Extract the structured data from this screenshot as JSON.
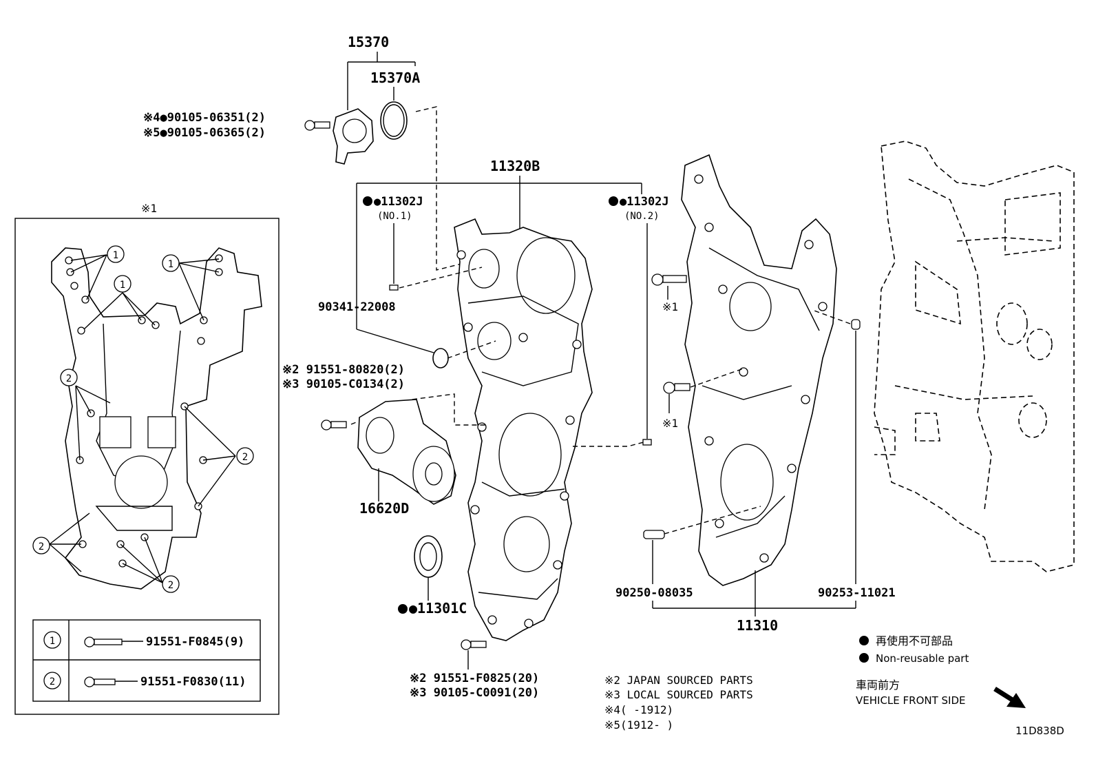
{
  "parts": {
    "p15370": "15370",
    "p15370A": "15370A",
    "bolt_alt_1": "※4●90105-06351(2)",
    "bolt_alt_2": "※5●90105-06365(2)",
    "p11320B": "11320B",
    "p11302J_1": "●11302J",
    "p11302J_1_sub": "(NO.1)",
    "p11302J_2": "●11302J",
    "p11302J_2_sub": "(NO.2)",
    "p90341": "90341-22008",
    "bolt_a_1": "※2 91551-80820(2)",
    "bolt_a_2": "※3 90105-C0134(2)",
    "p16620D": "16620D",
    "p11301C": "●11301C",
    "bolt_b_1": "※2 91551-F0825(20)",
    "bolt_b_2": "※3 90105-C0091(20)",
    "ref1_a": "※1",
    "ref1_b": "※1",
    "p90250": "90250-08035",
    "p90253": "90253-11021",
    "p11310": "11310"
  },
  "inset": {
    "title": "※1",
    "callout_1": "1",
    "callout_2": "2",
    "legend": [
      {
        "num": "1",
        "part": "91551-F0845(9)"
      },
      {
        "num": "2",
        "part": "91551-F0830(11)"
      }
    ]
  },
  "notes": {
    "n2": "※2 JAPAN SOURCED PARTS",
    "n3": "※3 LOCAL SOURCED PARTS",
    "n4": "※4(      -1912)",
    "n5": "※5(1912-      )"
  },
  "legend": {
    "non_reusable_jp": "再使用不可部品",
    "non_reusable_en": "Non-reusable part",
    "front_jp": "車両前方",
    "front_en": "VEHICLE FRONT SIDE"
  },
  "diagram_id": "11D838D"
}
